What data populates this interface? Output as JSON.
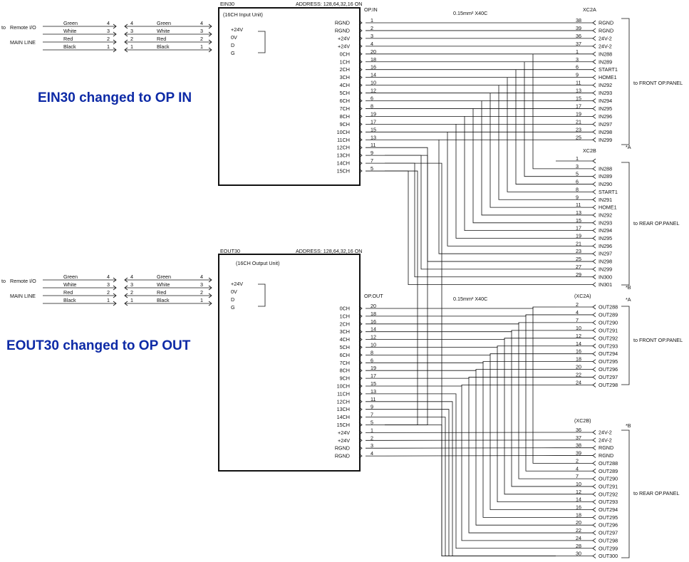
{
  "ein": {
    "name": "EIN30",
    "address": "ADDRESS: 128,64,32,16 ON",
    "subtitle": "(16CH Input Unit)",
    "power_labels": [
      "+24V",
      "0V",
      "D",
      "G"
    ],
    "annotation": "EIN30 changed to OP IN"
  },
  "eout": {
    "name": "EOUT30",
    "address": "ADDRESS: 128,64,32,16 ON",
    "subtitle": "(16CH Output Unit)",
    "power_labels": [
      "+24V",
      "0V",
      "D",
      "G"
    ],
    "annotation": "EOUT30 changed to OP OUT"
  },
  "remote": {
    "to_label": "to",
    "remote_label": "Remote I/O",
    "main_line": "MAIN LINE",
    "colors": [
      "Green",
      "White",
      "Red",
      "Black"
    ],
    "pins": [
      "4",
      "3",
      "2",
      "1"
    ]
  },
  "op_in": {
    "connector": "OP.IN",
    "cable": "0.15mm² X40C",
    "rows": [
      {
        "label": "RGND",
        "pin": "1"
      },
      {
        "label": "RGND",
        "pin": "2"
      },
      {
        "label": "+24V",
        "pin": "3"
      },
      {
        "label": "+24V",
        "pin": "4"
      },
      {
        "label": "0CH",
        "pin": "20"
      },
      {
        "label": "1CH",
        "pin": "18"
      },
      {
        "label": "2CH",
        "pin": "16"
      },
      {
        "label": "3CH",
        "pin": "14"
      },
      {
        "label": "4CH",
        "pin": "10"
      },
      {
        "label": "5CH",
        "pin": "12"
      },
      {
        "label": "6CH",
        "pin": "6"
      },
      {
        "label": "7CH",
        "pin": "8"
      },
      {
        "label": "8CH",
        "pin": "19"
      },
      {
        "label": "9CH",
        "pin": "17"
      },
      {
        "label": "10CH",
        "pin": "15"
      },
      {
        "label": "11CH",
        "pin": "13"
      },
      {
        "label": "12CH",
        "pin": "11"
      },
      {
        "label": "13CH",
        "pin": "9"
      },
      {
        "label": "14CH",
        "pin": "7"
      },
      {
        "label": "15CH",
        "pin": "5"
      }
    ],
    "xc2a": {
      "title": "XC2A",
      "note": "*A",
      "dest": "to  FRONT OP.PANEL",
      "rows": [
        {
          "pin": "38",
          "signal": "RGND"
        },
        {
          "pin": "39",
          "signal": "RGND"
        },
        {
          "pin": "36",
          "signal": "24V-2"
        },
        {
          "pin": "37",
          "signal": "24V-2"
        },
        {
          "pin": "1",
          "signal": "IN288"
        },
        {
          "pin": "3",
          "signal": "IN289"
        },
        {
          "pin": "6",
          "signal": "START1"
        },
        {
          "pin": "9",
          "signal": "HOME1"
        },
        {
          "pin": "11",
          "signal": "IN292"
        },
        {
          "pin": "13",
          "signal": "IN293"
        },
        {
          "pin": "15",
          "signal": "IN294"
        },
        {
          "pin": "17",
          "signal": "IN295"
        },
        {
          "pin": "19",
          "signal": "IN296"
        },
        {
          "pin": "21",
          "signal": "IN297"
        },
        {
          "pin": "23",
          "signal": "IN298"
        },
        {
          "pin": "25",
          "signal": "IN299"
        }
      ]
    },
    "xc2b": {
      "title": "XC2B",
      "note": "*B",
      "dest": "to  REAR OP.PANEL",
      "rows": [
        {
          "pin": "1",
          "signal": ""
        },
        {
          "pin": "3",
          "signal": "IN288"
        },
        {
          "pin": "5",
          "signal": "IN289"
        },
        {
          "pin": "6",
          "signal": "IN290"
        },
        {
          "pin": "8",
          "signal": "START1"
        },
        {
          "pin": "9",
          "signal": "IN291"
        },
        {
          "pin": "11",
          "signal": "HOME1"
        },
        {
          "pin": "13",
          "signal": "IN292"
        },
        {
          "pin": "15",
          "signal": "IN293"
        },
        {
          "pin": "17",
          "signal": "IN294"
        },
        {
          "pin": "19",
          "signal": "IN295"
        },
        {
          "pin": "21",
          "signal": "IN296"
        },
        {
          "pin": "23",
          "signal": "IN297"
        },
        {
          "pin": "25",
          "signal": "IN298"
        },
        {
          "pin": "27",
          "signal": "IN299"
        },
        {
          "pin": "29",
          "signal": "IN300"
        },
        {
          "pin": "",
          "signal": "IN301"
        }
      ]
    }
  },
  "op_out": {
    "connector": "OP.OUT",
    "cable": "0.15mm² X40C",
    "rows": [
      {
        "label": "0CH",
        "pin": "20"
      },
      {
        "label": "1CH",
        "pin": "18"
      },
      {
        "label": "2CH",
        "pin": "16"
      },
      {
        "label": "3CH",
        "pin": "14"
      },
      {
        "label": "4CH",
        "pin": "12"
      },
      {
        "label": "5CH",
        "pin": "10"
      },
      {
        "label": "6CH",
        "pin": "8"
      },
      {
        "label": "7CH",
        "pin": "6"
      },
      {
        "label": "8CH",
        "pin": "19"
      },
      {
        "label": "9CH",
        "pin": "17"
      },
      {
        "label": "10CH",
        "pin": "15"
      },
      {
        "label": "11CH",
        "pin": "13"
      },
      {
        "label": "12CH",
        "pin": "11"
      },
      {
        "label": "13CH",
        "pin": "9"
      },
      {
        "label": "14CH",
        "pin": "7"
      },
      {
        "label": "15CH",
        "pin": "5"
      },
      {
        "label": "+24V",
        "pin": "1"
      },
      {
        "label": "+24V",
        "pin": "2"
      },
      {
        "label": "RGND",
        "pin": "3"
      },
      {
        "label": "RGND",
        "pin": "4"
      }
    ],
    "xc2a": {
      "title": "(XC2A)",
      "note": "*A",
      "dest": "to  FRONT OP.PANEL",
      "rows": [
        {
          "pin": "2",
          "signal": "OUT288"
        },
        {
          "pin": "4",
          "signal": "OUT289"
        },
        {
          "pin": "7",
          "signal": "OUT290"
        },
        {
          "pin": "10",
          "signal": "OUT291"
        },
        {
          "pin": "12",
          "signal": "OUT292"
        },
        {
          "pin": "14",
          "signal": "OUT293"
        },
        {
          "pin": "16",
          "signal": "OUT294"
        },
        {
          "pin": "18",
          "signal": "OUT295"
        },
        {
          "pin": "20",
          "signal": "OUT296"
        },
        {
          "pin": "22",
          "signal": "OUT297"
        },
        {
          "pin": "24",
          "signal": "OUT298"
        }
      ]
    },
    "xc2b": {
      "title": "(XC2B)",
      "note": "*B",
      "dest": "to  REAR OP.PANEL",
      "rows": [
        {
          "pin": "36",
          "signal": "24V-2"
        },
        {
          "pin": "37",
          "signal": "24V-2"
        },
        {
          "pin": "38",
          "signal": "RGND"
        },
        {
          "pin": "39",
          "signal": "RGND"
        },
        {
          "pin": "2",
          "signal": "OUT288"
        },
        {
          "pin": "4",
          "signal": "OUT289"
        },
        {
          "pin": "7",
          "signal": "OUT290"
        },
        {
          "pin": "10",
          "signal": "OUT291"
        },
        {
          "pin": "12",
          "signal": "OUT292"
        },
        {
          "pin": "14",
          "signal": "OUT293"
        },
        {
          "pin": "16",
          "signal": "OUT294"
        },
        {
          "pin": "18",
          "signal": "OUT295"
        },
        {
          "pin": "20",
          "signal": "OUT296"
        },
        {
          "pin": "22",
          "signal": "OUT297"
        },
        {
          "pin": "24",
          "signal": "OUT298"
        },
        {
          "pin": "28",
          "signal": "OUT299"
        },
        {
          "pin": "30",
          "signal": "OUT300"
        }
      ]
    }
  }
}
